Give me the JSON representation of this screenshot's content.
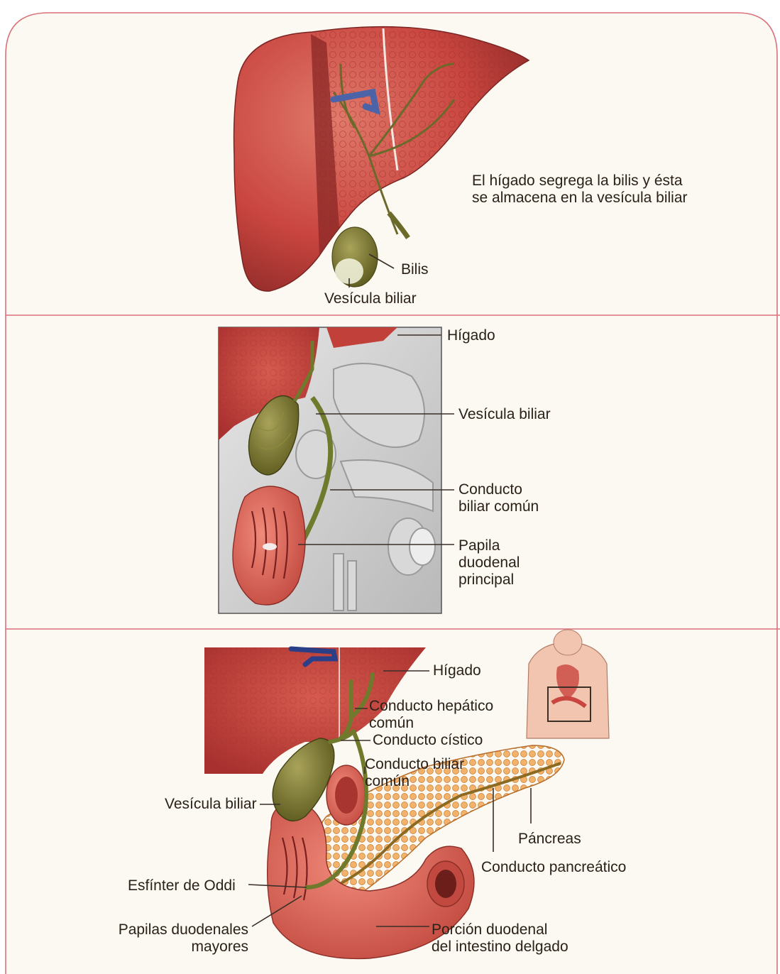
{
  "panel1": {
    "caption_line1": "El hígado segrega la bilis y ésta",
    "caption_line2": "se almacena en la vesícula biliar",
    "bilis": "Bilis",
    "vesicula": "Vesícula biliar"
  },
  "panel2": {
    "higado": "Hígado",
    "vesicula": "Vesícula biliar",
    "conducto_line1": "Conducto",
    "conducto_line2": "biliar común",
    "papila_line1": "Papila",
    "papila_line2": "duodenal",
    "papila_line3": "principal"
  },
  "panel3": {
    "higado": "Hígado",
    "hepatico_line1": "Conducto hepático",
    "hepatico_line2": "común",
    "cistico": "Conducto cístico",
    "biliar_line1": "Conducto biliar",
    "biliar_line2": "común",
    "vesicula": "Vesícula biliar",
    "pancreas": "Páncreas",
    "pancreatico": "Conducto pancreático",
    "oddi": "Esfínter de Oddi",
    "papilas_line1": "Papilas duodenales",
    "papilas_line2": "mayores",
    "porcion_line1": "Porción duodenal",
    "porcion_line2": "del intestino delgado"
  },
  "colors": {
    "background": "#fbf9f1",
    "border": "#d9717b",
    "liver": "#c9453f",
    "bile": "#6f7a2c",
    "pancreas": "#e8a55c"
  }
}
